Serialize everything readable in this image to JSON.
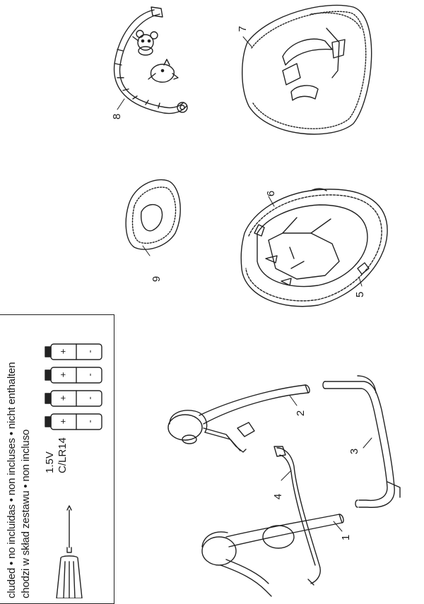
{
  "parts": [
    {
      "id": "label-1",
      "number": "1"
    },
    {
      "id": "label-2",
      "number": "2"
    },
    {
      "id": "label-3",
      "number": "3"
    },
    {
      "id": "label-4",
      "number": "4"
    },
    {
      "id": "label-5",
      "number": "5"
    },
    {
      "id": "label-6",
      "number": "6"
    },
    {
      "id": "label-7",
      "number": "7"
    },
    {
      "id": "label-8",
      "number": "8"
    },
    {
      "id": "label-9",
      "number": "9"
    }
  ],
  "requirements": {
    "line1": "cluded • no incluidas • non incluses • nicht enthalten",
    "line2": "chodzi w skład zestawu • non incluso",
    "battery_voltage": "1.5V",
    "battery_type": "C/LR14",
    "battery_count": 4,
    "plus_sign": "+",
    "minus_sign": "-"
  }
}
